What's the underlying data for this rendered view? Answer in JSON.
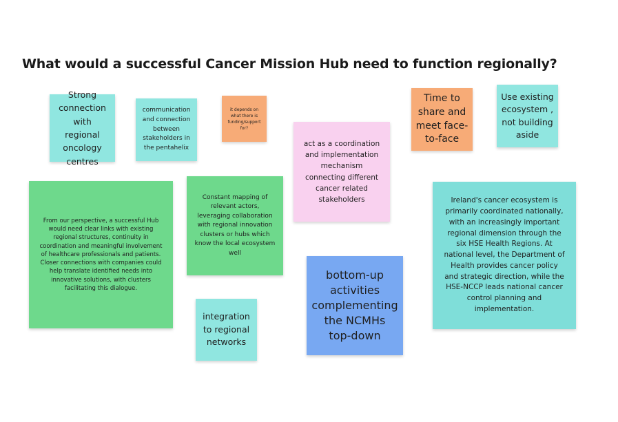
{
  "board": {
    "title": "What would a successful Cancer Mission Hub need to function regionally?"
  },
  "notes": {
    "n1": {
      "text": "Strong connection with regional oncology centres",
      "color": "#90e6e0"
    },
    "n2": {
      "text": "communication and connection between stakeholders in the pentahelix",
      "color": "#90e6e0"
    },
    "n3": {
      "text": "it depends on what there is funding/support for?",
      "color": "#f7ab77"
    },
    "n4": {
      "text": "act as a coordination and implementation mechanism connecting different cancer related stakeholders",
      "color": "#f9d1ef"
    },
    "n5": {
      "text": "Time to share and meet face-to-face",
      "color": "#f7ab77"
    },
    "n6": {
      "text": "Use existing ecosystem , not building aside",
      "color": "#90e6e0"
    },
    "n7": {
      "text": "From our perspective, a successful Hub would need clear links with existing regional structures, continuity in coordination and meaningful involvement of healthcare professionals and patients. Closer connections with companies could help translate identified needs into innovative solutions, with clusters facilitating this dialogue.",
      "color": "#6ed98c"
    },
    "n8": {
      "text": "Constant mapping of relevant actors, leveraging collaboration with regional innovation clusters or hubs which know the local ecosystem well",
      "color": "#6ed98c"
    },
    "n9": {
      "text": "Ireland's cancer ecosystem is primarily coordinated nationally, with an increasingly important regional dimension through the six HSE Health Regions. At national level, the Department of Health provides cancer policy and strategic direction, while the HSE-NCCP leads national cancer control planning and implementation.",
      "color": "#7fded9"
    },
    "n10": {
      "text": "bottom-up activities complementing the NCMHs top-down",
      "color": "#78a8f2"
    },
    "n11": {
      "text": "integration to regional networks",
      "color": "#90e6e0"
    }
  }
}
